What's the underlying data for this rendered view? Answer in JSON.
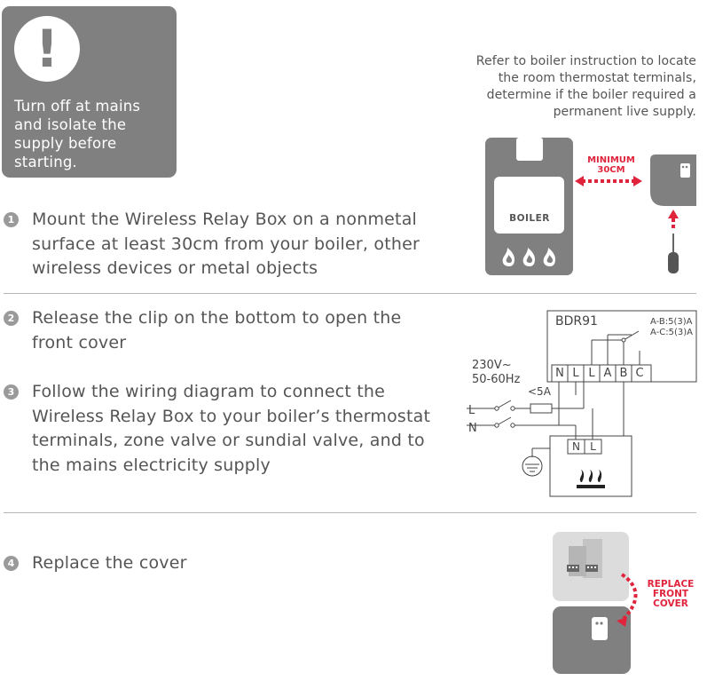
{
  "warning": {
    "icon": "exclamation-icon",
    "lines": [
      "Turn off at mains",
      "and isolate the",
      "supply before",
      "starting."
    ]
  },
  "steps": [
    {
      "number": "1",
      "lines": [
        "Mount the Wireless Relay Box on a nonmetal",
        "surface at least 30cm from your boiler, other",
        "wireless devices or metal objects"
      ]
    },
    {
      "number": "2",
      "lines": [
        "Release the clip on the bottom to open the",
        "front cover"
      ]
    },
    {
      "number": "3",
      "lines": [
        "Follow the wiring diagram to connect the",
        "Wireless Relay Box to your boiler’s thermostat",
        "terminals, zone valve or sundial valve, and to",
        "the mains electricity supply"
      ]
    },
    {
      "number": "4",
      "lines": [
        "Replace the cover"
      ]
    }
  ],
  "boiler_note": {
    "lines": [
      "Refer to boiler instruction to locate",
      "the room thermostat terminals,",
      "determine if the boiler required a",
      "permanent live supply."
    ]
  },
  "boiler_diagram": {
    "boiler_label": "BOILER",
    "distance_label": [
      "MINIMUM",
      "30CM"
    ]
  },
  "wiring_diagram": {
    "device": "BDR91",
    "contacts": [
      "A-B:5(3)A",
      "A-C:5(3)A"
    ],
    "voltage": "230V~",
    "frequency": "50-60Hz",
    "fuse": "<5A",
    "line_label": "L",
    "neutral_label": "N",
    "terminals": [
      "N",
      "L",
      "L",
      "A",
      "B",
      "C"
    ],
    "boiler_terminals": [
      "N",
      "L"
    ]
  },
  "cover_diagram": {
    "label": [
      "REPLACE",
      "FRONT",
      "COVER"
    ]
  },
  "colors": {
    "accent_red": "#e0243c",
    "panel_grey": "#808080"
  }
}
